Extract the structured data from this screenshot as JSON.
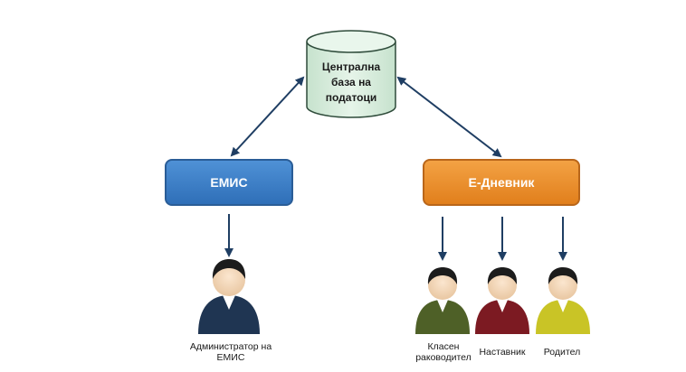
{
  "database": {
    "label_lines": [
      "Централна",
      "база на",
      "податоци"
    ]
  },
  "systems": {
    "emis": "ЕМИС",
    "ednevnik": "Е-Дневник"
  },
  "users": {
    "admin": {
      "line1": "Администратор на",
      "line2": "ЕМИС",
      "shirt_color": "#1f3552"
    },
    "class_teacher": {
      "line1": "Класен",
      "line2": "раководител",
      "shirt_color": "#4e6027"
    },
    "mentor": {
      "label": "Наставник",
      "shirt_color": "#7c1a22"
    },
    "parent": {
      "label": "Родител",
      "shirt_color": "#c9c426"
    }
  },
  "colors": {
    "arrow": "#1f3e63",
    "emis": "#3a7ec8",
    "ednevnik": "#e58a25",
    "database": "#d7ebdc"
  }
}
